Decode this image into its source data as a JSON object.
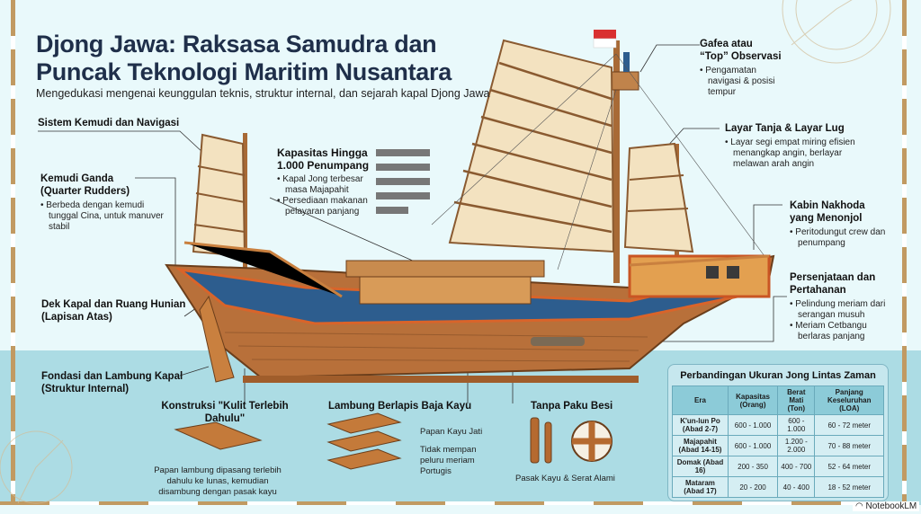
{
  "title_line1": "Djong Jawa: Raksasa Samudra dan",
  "title_line2": "Puncak Teknologi Maritim Nusantara",
  "subtitle": "Mengedukasi mengenai keunggulan teknis, struktur internal, dan sejarah kapal Djong Jawa",
  "labels": {
    "kemudi_sistem": "Sistem Kemudi dan Navigasi",
    "kemudi_ganda": {
      "title1": "Kemudi Ganda",
      "title2": "(Quarter Rudders)",
      "bullets": [
        "Berbeda dengan kemudi tunggal Cina, untuk manuver stabil"
      ]
    },
    "dek": {
      "title1": "Dek Kapal dan Ruang Hunian",
      "title2": "(Lapisan Atas)"
    },
    "fondasi": {
      "title1": "Fondasi dan Lambung Kapal",
      "title2": "(Struktur Internal)"
    },
    "kapasitas": {
      "title1": "Kapasitas Hingga",
      "title2": "1.000 Penumpang",
      "bullets": [
        "Kapal Jong terbesar masa Majapahit",
        "Persediaan makanan pelayaran panjang"
      ]
    },
    "gafea": {
      "title1": "Gafea atau",
      "title2": "“Top” Observasi",
      "bullets": [
        "Pengamatan navigasi & posisi tempur"
      ]
    },
    "layar": {
      "title": "Layar Tanja & Layar Lug",
      "bullets": [
        "Layar segi empat miring efisien menangkap angin, berlayar melawan arah angin"
      ]
    },
    "kabin": {
      "title1": "Kabin Nakhoda",
      "title2": "yang Menonjol",
      "bullets": [
        "Peritodungut crew dan penumpang"
      ]
    },
    "senjata": {
      "title1": "Persenjataan dan",
      "title2": "Pertahanan",
      "bullets": [
        "Pelindung meriam dari serangan musuh",
        "Meriam Cetbangu berlaras panjang"
      ]
    },
    "konstruksi": {
      "title1": "Konstruksi \"Kulit Terlebih",
      "title2": "Dahulu\"",
      "caption": "Papan lambung dipasang terlebih dahulu ke lunas, kemudian disambung dengan pasak kayu"
    },
    "lambung": {
      "title": "Lambung Berlapis Baja Kayu",
      "note1": "Papan Kayu Jati",
      "note2": "Tidak mempan peluru meriam Portugis"
    },
    "paku": {
      "title": "Tanpa Paku Besi",
      "caption": "Pasak Kayu & Serat Alami"
    }
  },
  "table": {
    "title": "Perbandingan Ukuran Jong Lintas Zaman",
    "headers": [
      "Era",
      "Kapasitas (Orang)",
      "Berat Mati (Ton)",
      "Panjang Keseluruhan (LOA)"
    ],
    "rows": [
      [
        "K'un-lun Po (Abad 2-7)",
        "600 - 1.000",
        "600 - 1.000",
        "60 - 72 meter"
      ],
      [
        "Majapahit (Abad 14-15)",
        "600 - 1.000",
        "1.200 - 2.000",
        "70 - 88 meter"
      ],
      [
        "Domak (Abad 16)",
        "200 - 350",
        "400 - 700",
        "52 - 64 meter"
      ],
      [
        "Mataram (Abad 17)",
        "20 - 200",
        "40 - 400",
        "18 - 52 meter"
      ]
    ]
  },
  "watermark": "NotebookLM",
  "colors": {
    "bg": "#e9f9fb",
    "band": "#acdce4",
    "hull": "#b8703a",
    "blue": "#2d5d8e",
    "sail": "#f3e2c0"
  }
}
